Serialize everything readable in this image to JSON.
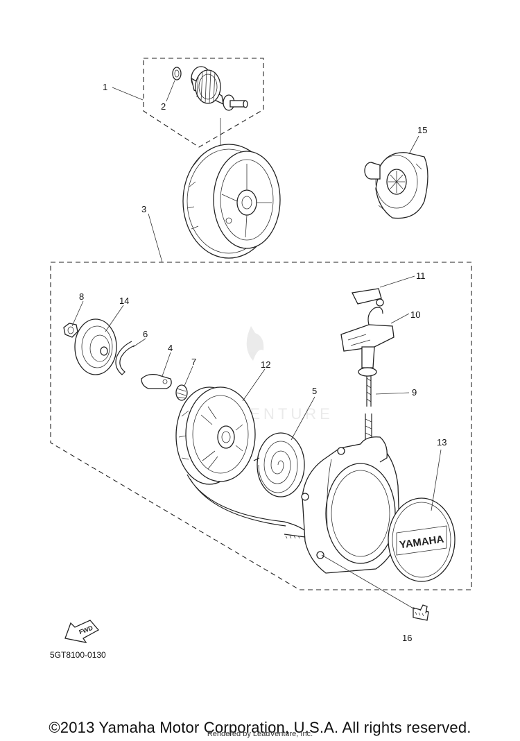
{
  "diagram": {
    "callouts": [
      "1",
      "2",
      "3",
      "4",
      "5",
      "6",
      "7",
      "8",
      "9",
      "10",
      "11",
      "12",
      "13",
      "14",
      "15",
      "16"
    ],
    "diagram_code": "5GT8100-0130",
    "fwd_label": "FWD",
    "emblem_text": "YAMAHA",
    "watermark": "LEADVENTURE"
  },
  "footer": {
    "copyright": "©2013 Yamaha Motor Corporation, U.S.A. All rights reserved.",
    "rendered_by": "Rendered by LeadVenture, Inc."
  }
}
